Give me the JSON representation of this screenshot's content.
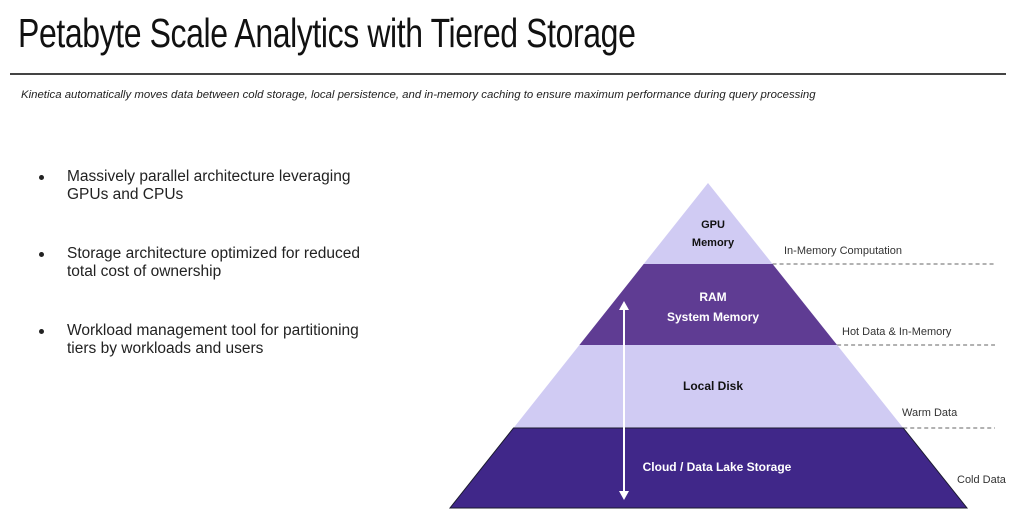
{
  "header": {
    "title": "Petabyte Scale Analytics with Tiered Storage",
    "subtitle": "Kinetica automatically moves data between cold storage, local persistence, and in-memory caching to ensure maximum performance during query processing"
  },
  "bullets": [
    {
      "line1": "Massively parallel architecture leveraging",
      "line2": "GPUs and CPUs"
    },
    {
      "line1": "Storage architecture optimized for reduced",
      "line2": "total cost of ownership"
    },
    {
      "line1": "Workload management tool for partitioning",
      "line2": "tiers by workloads and users"
    }
  ],
  "pyramid": {
    "tiers": [
      {
        "label_lines": [
          "GPU",
          "Memory"
        ],
        "side_label": "In-Memory Computation",
        "fill": "#d0cbf3",
        "text_color": "#111111"
      },
      {
        "label_lines": [
          "RAM",
          "System Memory"
        ],
        "side_label": "Hot Data & In-Memory",
        "fill": "#5f3c93",
        "text_color": "#ffffff"
      },
      {
        "label_lines": [
          "Local Disk"
        ],
        "side_label": "Warm Data",
        "fill": "#d0cbf3",
        "text_color": "#111111"
      },
      {
        "label_lines": [
          "Cloud / Data Lake Storage"
        ],
        "side_label": "Cold Data",
        "fill": "#402789",
        "text_color": "#ffffff"
      }
    ],
    "arrow": "bidirectional-arrow",
    "arrow_color": "#ffffff",
    "dash_color": "#666666"
  }
}
